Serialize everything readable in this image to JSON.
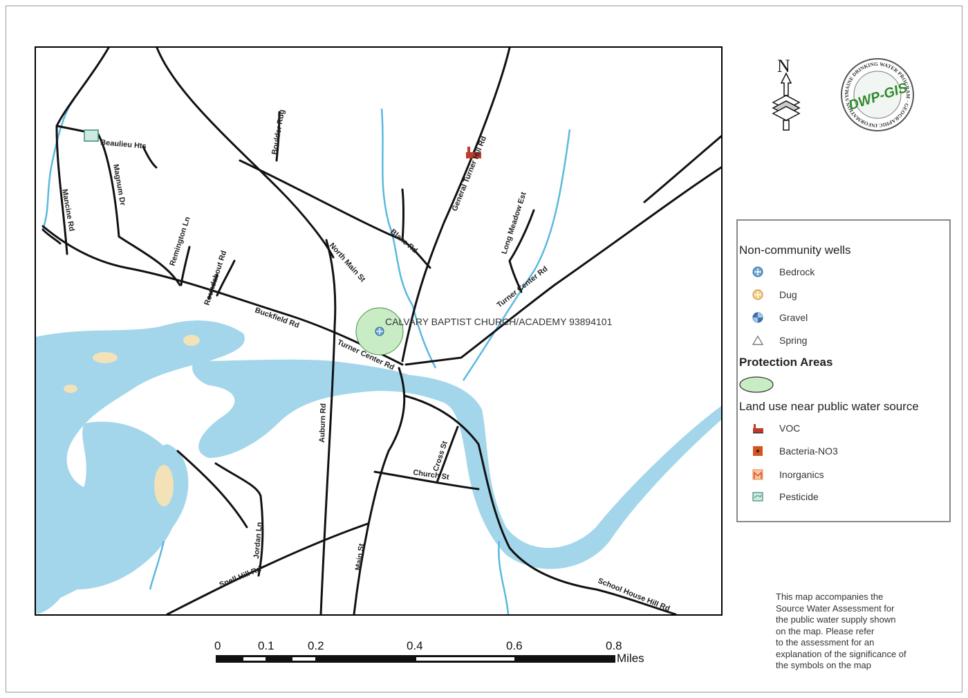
{
  "map": {
    "site_label": "CALVARY BAPTIST CHURCH/ACADEMY  93894101",
    "road_labels": [
      "Beaulieu Hts",
      "Magnum Dr",
      "Mancine Rd",
      "Remington Ln",
      "Roundabout Rd",
      "Boulder Rdg",
      "Buckfield Rd",
      "North Main St",
      "Blake Rd",
      "General Turner Hill Rd",
      "Long Meadow Est",
      "Turner Center Rd",
      "Turner Center Rd",
      "Auburn Rd",
      "Cross St",
      "Church St",
      "Jordan Ln",
      "Snell Hill Rd",
      "Main St",
      "School House Hill Rd"
    ],
    "colors": {
      "water": "#a3d6ea",
      "stream": "#5ab8e0",
      "road": "#111111",
      "wetland": "#f3e2b8",
      "protection_area": "#c8ecc4"
    }
  },
  "north_arrow": {
    "letter": "N",
    "icon": "north-arrow-icon"
  },
  "logo": {
    "text": "DWP-GIS",
    "ring_text": "MAINE DRINKING WATER PROGRAM · GEOGRAPHIC INFORMATION SYSTEM ·"
  },
  "legend": {
    "section1_title": "Non-community wells",
    "wells": [
      {
        "label": "Bedrock",
        "icon": "bedrock-well-icon",
        "color": "#6aa8d8"
      },
      {
        "label": "Dug",
        "icon": "dug-well-icon",
        "color": "#e8b860"
      },
      {
        "label": "Gravel",
        "icon": "gravel-well-icon",
        "color": "#3f76b8"
      },
      {
        "label": "Spring",
        "icon": "spring-icon",
        "color": "#666666"
      }
    ],
    "section2_title": "Protection Areas",
    "section3_title": "Land use near public water source",
    "land_use": [
      {
        "label": "VOC",
        "icon": "voc-factory-icon",
        "color": "#c0392b"
      },
      {
        "label": "Bacteria-NO3",
        "icon": "bacteria-icon",
        "color": "#d9531e"
      },
      {
        "label": "Inorganics",
        "icon": "inorganics-icon",
        "color": "#e8834a"
      },
      {
        "label": "Pesticide",
        "icon": "pesticide-icon",
        "color": "#3a8c7c"
      }
    ]
  },
  "scale": {
    "ticks": [
      "0",
      "0.1",
      "0.2",
      "0.4",
      "0.6",
      "0.8"
    ],
    "units": "Miles"
  },
  "note": "This map accompanies the\nSource Water Assessment for\nthe public water supply shown\non the map.  Please refer\nto the assessment for an\nexplanation of the significance of\nthe symbols on the map"
}
